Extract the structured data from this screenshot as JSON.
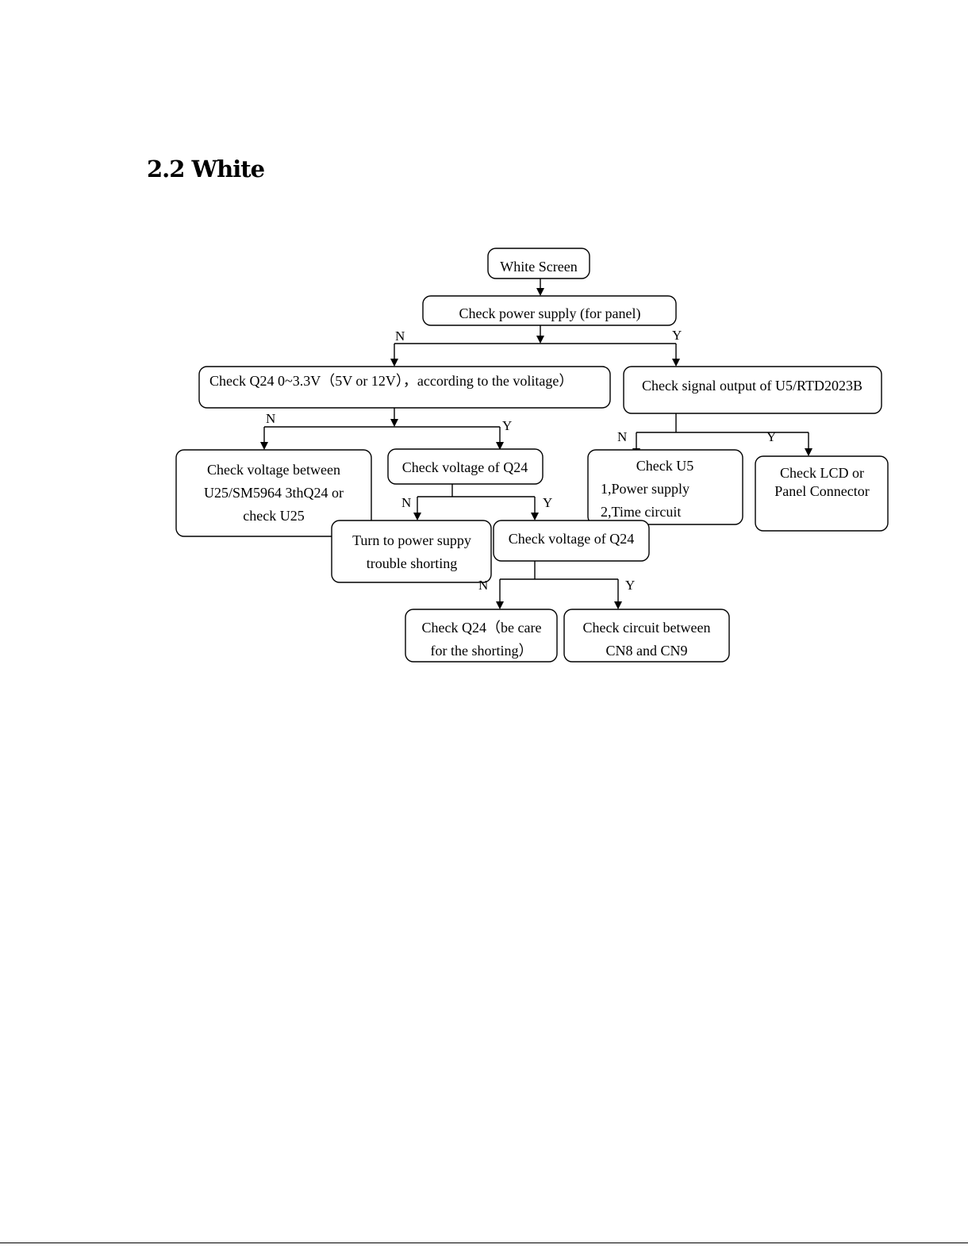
{
  "heading": "2.2 White",
  "nodes": {
    "white_screen": [
      "White Screen"
    ],
    "check_power_supply": [
      "Check power supply (for panel)"
    ],
    "check_q24_range": [
      "Check Q24 0~3.3V（5V or 12V），according to the volitage）"
    ],
    "check_signal_output": [
      "Check signal output of U5/RTD2023B"
    ],
    "check_voltage_between": [
      "Check voltage between",
      "U25/SM5964 3thQ24 or",
      "check U25"
    ],
    "check_voltage_q24_a": [
      "Check voltage of Q24"
    ],
    "check_u5": [
      "Check U5",
      "1,Power supply",
      "2,Time circuit"
    ],
    "check_lcd": [
      "Check LCD or",
      "Panel Connector"
    ],
    "turn_to_power": [
      "Turn to power suppy",
      "trouble shorting"
    ],
    "check_voltage_q24_b": [
      "Check voltage of Q24"
    ],
    "check_q24_care": [
      "Check Q24（be care",
      "for the shorting）"
    ],
    "check_circuit": [
      "Check circuit between",
      "CN8 and CN9"
    ]
  },
  "branch_labels": {
    "no": "N",
    "yes": "Y"
  }
}
